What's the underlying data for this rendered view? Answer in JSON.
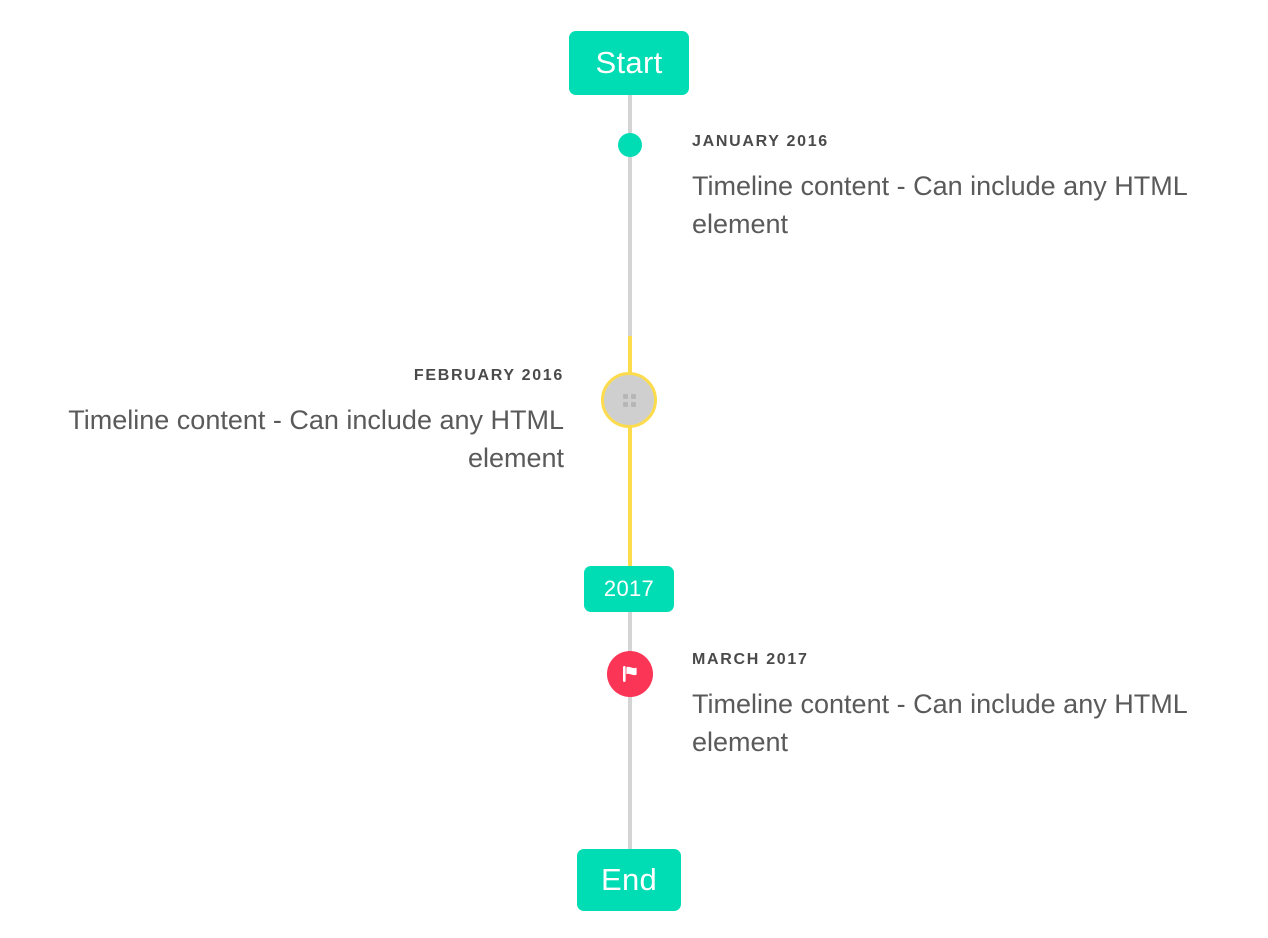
{
  "timeline": {
    "start_label": "Start",
    "end_label": "End",
    "year_marker_label": "2017",
    "colors": {
      "accent_teal": "#00DCB4",
      "accent_yellow": "#FCDC4D",
      "accent_pink": "#FA3556",
      "axis_gray": "#D4D4D4",
      "marker_gray": "#CFCFCF",
      "date_text": "#4A4A4A",
      "body_text": "#5A5A5A"
    },
    "entries": [
      {
        "date": "JANUARY 2016",
        "body": "Timeline content - Can include any HTML element",
        "side": "right",
        "marker": "dot-icon"
      },
      {
        "date": "FEBRUARY 2016",
        "body": "Timeline content - Can include any HTML element",
        "side": "left",
        "marker": "missing-glyph-icon"
      },
      {
        "date": "MARCH 2017",
        "body": "Timeline content - Can include any HTML element",
        "side": "right",
        "marker": "flag-icon"
      }
    ]
  }
}
